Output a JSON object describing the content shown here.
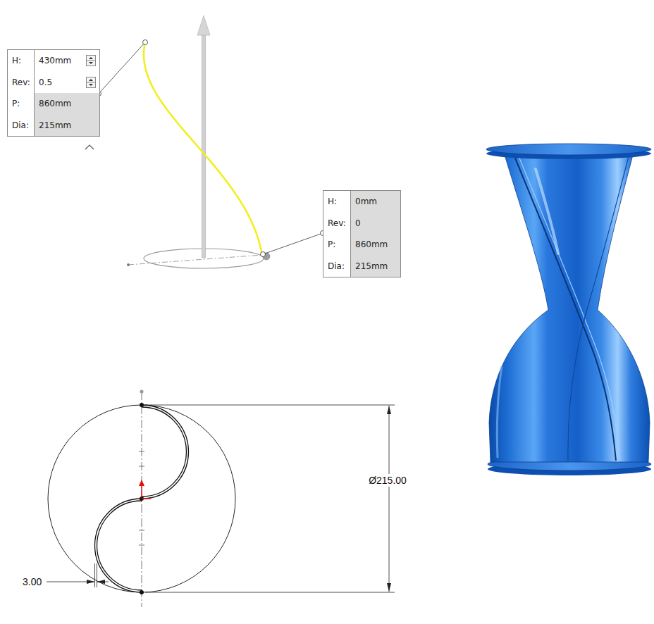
{
  "diagram": {
    "nodes": [
      {
        "text": [
          "H:",
          "430mm",
          "Rev:",
          "0.5",
          "P:",
          "860mm",
          "Dia:",
          "215mm"
        ]
      },
      {
        "text": [
          "H:",
          "0mm",
          "Rev:",
          "0",
          "P:",
          "860mm",
          "Dia:",
          "215mm"
        ]
      }
    ],
    "labels": [
      "3.00",
      "Ø215.00"
    ]
  }
}
